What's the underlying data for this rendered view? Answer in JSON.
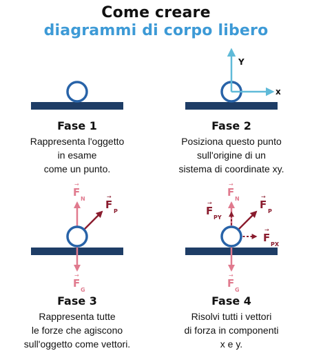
{
  "title": {
    "line1": "Come creare",
    "line2": "diagrammi di corpo libero"
  },
  "colors": {
    "title_accent": "#3d9ad6",
    "surface": "#1e3d66",
    "object": "#2863a8",
    "force_light": "#e07a8e",
    "force_dark": "#8a1c2e",
    "axis": "#5fbad8"
  },
  "steps": [
    {
      "title": "Fase 1",
      "lines": [
        "Rappresenta l'oggetto",
        "in esame",
        "come un punto."
      ]
    },
    {
      "title": "Fase 2",
      "lines": [
        "Posiziona questo punto",
        "sull'origine di un",
        "sistema di coordinate xy."
      ],
      "axis_labels": {
        "y": "Y",
        "x": "x"
      }
    },
    {
      "title": "Fase 3",
      "lines": [
        "Rappresenta tutte",
        "le forze che agiscono",
        "sull'oggetto come vettori."
      ],
      "forces": {
        "normal": "N",
        "push": "P",
        "gravity": "G"
      }
    },
    {
      "title": "Fase 4",
      "lines": [
        "Risolvi tutti i vettori",
        "di forza in componenti",
        "x e y."
      ],
      "forces": {
        "normal": "N",
        "push": "P",
        "push_y": "PY",
        "push_x": "PX",
        "gravity": "G"
      }
    }
  ],
  "force_symbol": "F"
}
